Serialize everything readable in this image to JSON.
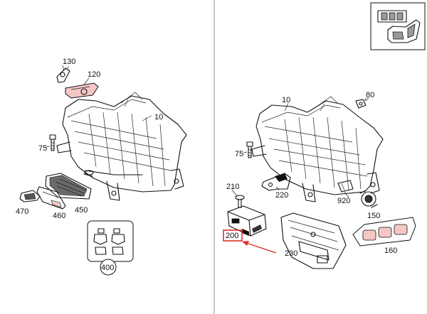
{
  "callouts": {
    "p10_left": "10",
    "p10_right": "10",
    "p75_left": "75",
    "p75_right": "75",
    "p80": "80",
    "p120": "120",
    "p130": "130",
    "p150": "150",
    "p160": "160",
    "p200": "200",
    "p210": "210",
    "p220": "220",
    "p230": "230",
    "p400": "400",
    "p450": "450",
    "p460": "460",
    "p470": "470",
    "p920": "920"
  },
  "colors": {
    "highlight": "#e0302a",
    "divider": "#8a8a8a",
    "pink_tint": "#f4c7c5"
  },
  "highlighted_part": "200"
}
